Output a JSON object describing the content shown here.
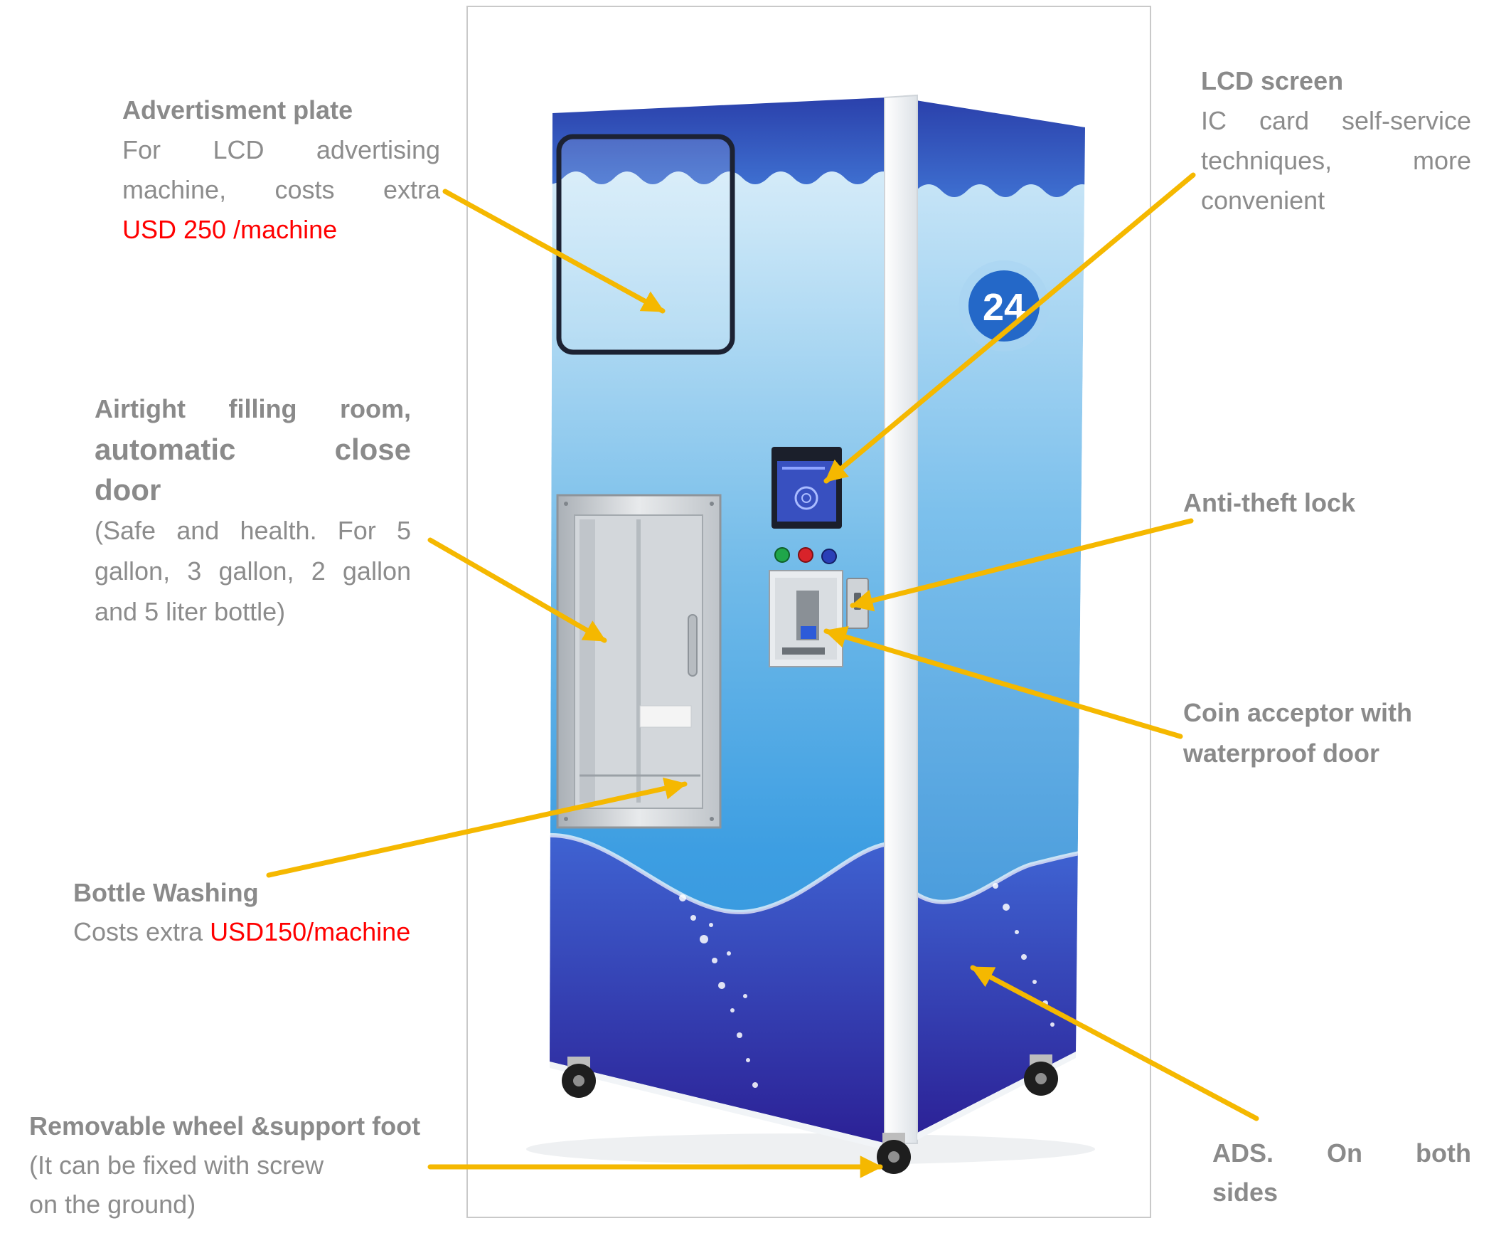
{
  "callouts": {
    "advert": {
      "title": "Advertisment plate",
      "lines": [
        "For LCD advertising",
        "machine, costs extra"
      ],
      "price": "USD 250 /machine"
    },
    "filling_room": {
      "title": "Airtight filling room,",
      "big_lines": [
        "automatic close",
        "door"
      ],
      "lines": [
        "(Safe and health. For 5",
        "gallon, 3 gallon, 2 gallon",
        "and 5 liter bottle)"
      ]
    },
    "bottle_washing": {
      "title": "Bottle Washing",
      "prefix": "Costs extra ",
      "price": "USD150/machine"
    },
    "wheel": {
      "title": "Removable wheel &support foot",
      "lines": [
        "(It can be fixed with screw",
        "on the ground)"
      ]
    },
    "lcd": {
      "title": "LCD screen",
      "lines": [
        "IC card self-service",
        "techniques, more",
        "convenient"
      ]
    },
    "lock": {
      "title": "Anti-theft lock"
    },
    "coin": {
      "title_lines": [
        "Coin acceptor with",
        "waterproof door"
      ]
    },
    "ads": {
      "title_lines": [
        "ADS. On both",
        "sides"
      ]
    }
  },
  "machine": {
    "logo_text": "24",
    "buttons": [
      "green-button",
      "red-button",
      "blue-button"
    ]
  },
  "colors": {
    "text": "#8c8c8c",
    "price": "#ff0000",
    "arrow": "#f5b800",
    "panel_blue": "#2f86d0",
    "panel_dark": "#2b1f94"
  }
}
